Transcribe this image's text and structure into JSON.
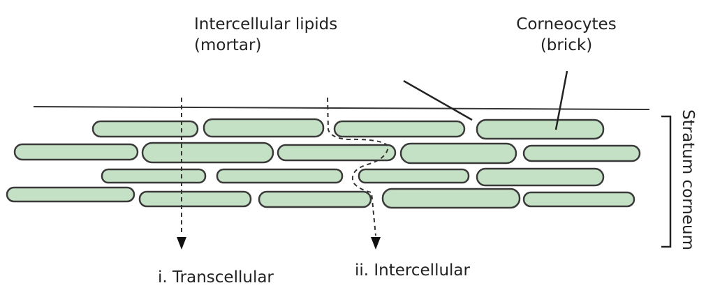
{
  "labels": {
    "lipids_line1": "Intercellular lipids",
    "lipids_line2": "(mortar)",
    "corneocytes_line1": "Corneocytes",
    "corneocytes_line2": "(brick)",
    "transcellular": "i. Transcellular",
    "intercellular": "ii. Intercellular",
    "stratum_corneum": "Stratum corneum"
  },
  "colors": {
    "cell_fill": "#c5e1c5",
    "cell_stroke": "#3a3a3a",
    "line": "#333333",
    "text": "#222222"
  }
}
